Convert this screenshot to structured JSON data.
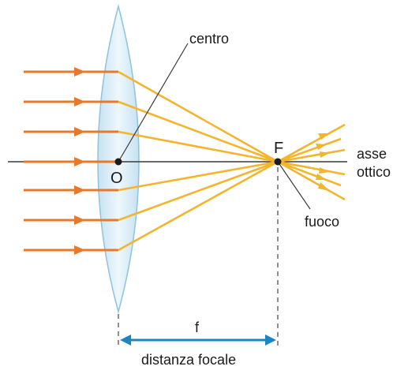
{
  "labels": {
    "centro": "centro",
    "origin": "O",
    "focus_letter": "F",
    "asse": "asse",
    "ottico": "ottico",
    "fuoco": "fuoco",
    "f": "f",
    "distanza_focale": "distanza focale"
  },
  "colors": {
    "incoming_ray": "#e8782a",
    "refracted_ray": "#f4b52e",
    "lens_fill": "#d6ecf7",
    "lens_stroke": "#8fc3de",
    "axis": "#3a3a3a",
    "dimension_arrow": "#1c86c4"
  }
}
